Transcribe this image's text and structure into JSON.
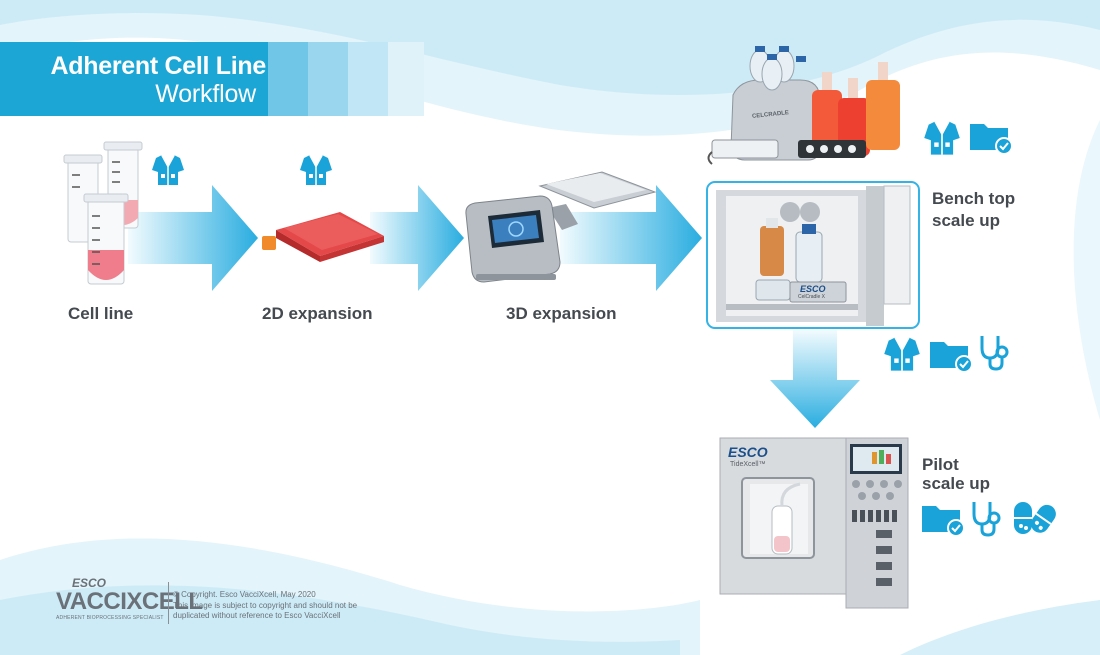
{
  "title": {
    "line1": "Adherent Cell Line",
    "line2": "Workflow"
  },
  "stages": {
    "cell_line": "Cell line",
    "expansion_2d": "2D expansion",
    "expansion_3d": "3D expansion",
    "bench_top": {
      "line1": "Bench top",
      "line2": "scale up"
    },
    "pilot": {
      "line1": "Pilot",
      "line2": "scale up"
    }
  },
  "equipment_text": {
    "bioreactor_brand": "CELCRADLE",
    "hood_brand": "ESCO",
    "hood_model": "CelCradle X",
    "pilot_brand": "ESCO",
    "pilot_model": "TideXcell™"
  },
  "footer": {
    "logo_brand": "ESCO",
    "logo_name": "VACCIXCELL",
    "logo_tagline": "ADHERENT BIOPROCESSING SPECIALIST",
    "copyright": "© Copyright. Esco VacciXcell, May 2020",
    "notice_line1": "This image is subject to copyright and should not be",
    "notice_line2": "duplicated without reference to Esco VacciXcell"
  },
  "colors": {
    "accent": "#1ba6d6",
    "icon_blue": "#1aa3d9",
    "label_gray": "#444a50",
    "arrow_light": "#dff4fb",
    "arrow_dark": "#2fb1e0"
  }
}
